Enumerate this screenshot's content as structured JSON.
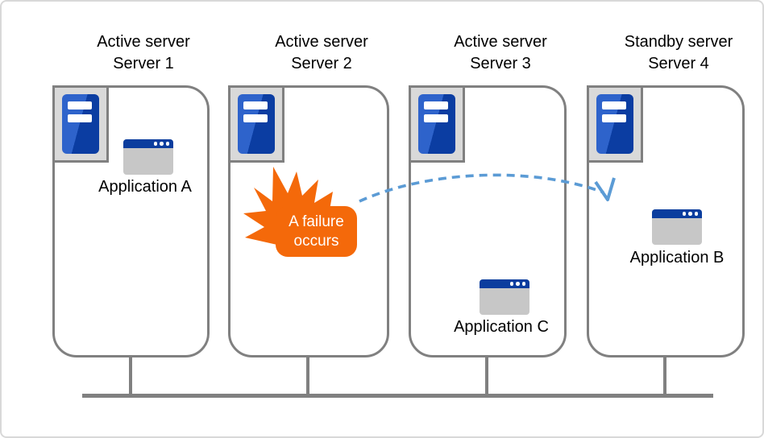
{
  "diagram": {
    "servers": [
      {
        "role": "Active server",
        "name": "Server 1",
        "app": "Application A"
      },
      {
        "role": "Active server",
        "name": "Server 2",
        "app": ""
      },
      {
        "role": "Active server",
        "name": "Server 3",
        "app": "Application C"
      },
      {
        "role": "Standby server",
        "name": "Server 4",
        "app": "Application B"
      }
    ],
    "failure": {
      "line1": "A failure",
      "line2": "occurs"
    },
    "colors": {
      "accent_orange": "#f4690a",
      "arrow_blue": "#5b9bd5",
      "line_gray": "#808080",
      "server_blue_light": "#2e63cb",
      "server_blue_dark": "#0b3da2",
      "app_titlebar_blue": "#0b3d9e",
      "chip_bg": "#d9d9d9",
      "app_body_gray": "#c7c7c7"
    }
  }
}
